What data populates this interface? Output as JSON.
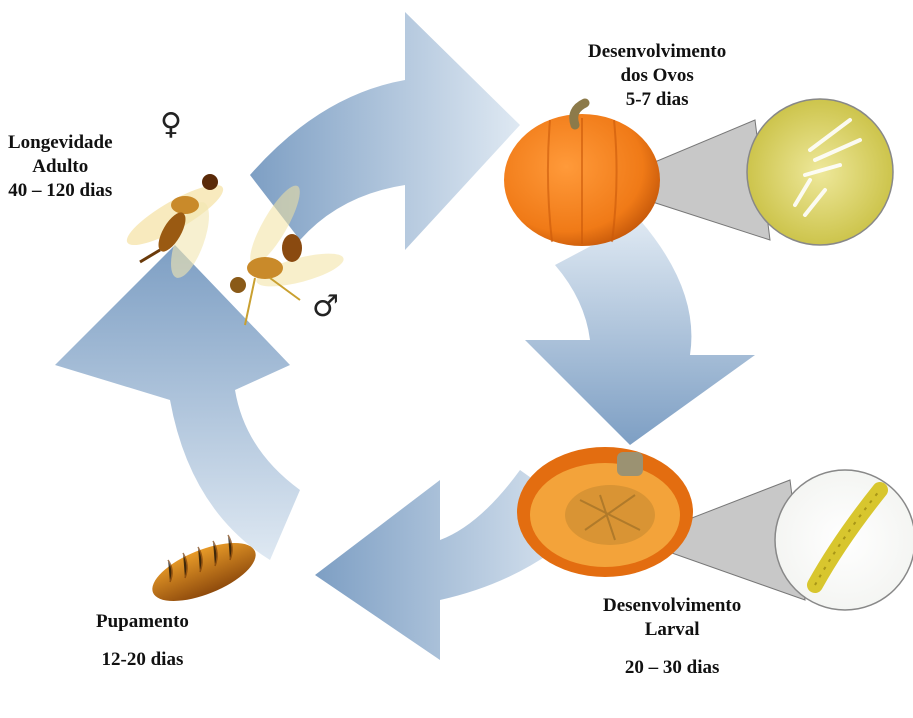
{
  "colors": {
    "arrow_dark": "#6f94bd",
    "arrow_light": "#dbe6f1",
    "pumpkin_orange": "#f07a17",
    "pumpkin_dark": "#c9580a",
    "pumpkin_flesh": "#f3a33a",
    "stem": "#8c7a4a",
    "insect_amber": "#c98a2a",
    "larva_yellow": "#d8c62e",
    "egg_yellow": "#e6e08a",
    "callout_gray": "#c8c8c8",
    "text": "#111111"
  },
  "stages": {
    "adult": {
      "line1": "Longevidade",
      "line2": "Adulto",
      "duration": "40 – 120 dias",
      "female_symbol": "♀",
      "male_symbol": "♂",
      "icon": "fruit-fly-pair"
    },
    "eggs": {
      "line1": "Desenvolvimento",
      "line2": "dos Ovos",
      "duration": "5-7 dias",
      "icon": "whole-pumpkin"
    },
    "larval": {
      "line1": "Desenvolvimento",
      "line2": "Larval",
      "duration": "20 – 30 dias",
      "icon": "cut-pumpkin"
    },
    "pupa": {
      "line1": "Pupamento",
      "duration": "12-20 dias",
      "icon": "pupa"
    }
  }
}
